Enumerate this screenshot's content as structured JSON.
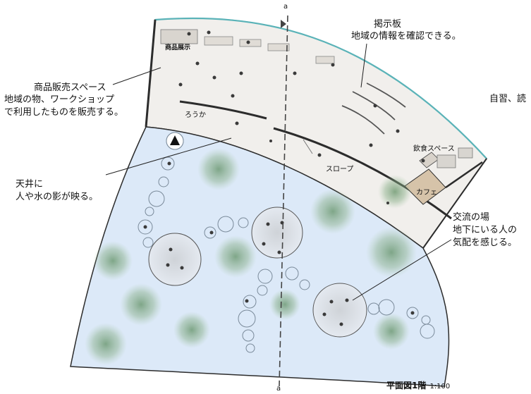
{
  "section_marks": {
    "top": "a",
    "bottom": "a"
  },
  "labels": {
    "product_display": "商品展示",
    "corridor": "ろうか",
    "slope": "スロープ",
    "dining_space": "飲食スペース",
    "cafe": "カフェ"
  },
  "annotations": {
    "bulletin": {
      "title": "掲示板",
      "body": "地域の情報を確認できる。"
    },
    "study": {
      "text": "自習、読"
    },
    "sales": {
      "title": "商品販売スペース",
      "line1": "地域の物、ワークショップ",
      "line2": "で利用したものを販売する。"
    },
    "ceiling": {
      "line1": "天井に",
      "line2": "人や水の影が映る。"
    },
    "exchange": {
      "title": "交流の場",
      "line1": "地下にいる人の",
      "line2": "気配を感じる。"
    }
  },
  "caption": {
    "title": "平面図1階",
    "scale": "1:100"
  },
  "colors": {
    "floor": "#f1efec",
    "water": "#dce9f8",
    "edge": "#2c2c2c",
    "glass": "#5ab3b8",
    "tree": "#6e9b6e"
  }
}
